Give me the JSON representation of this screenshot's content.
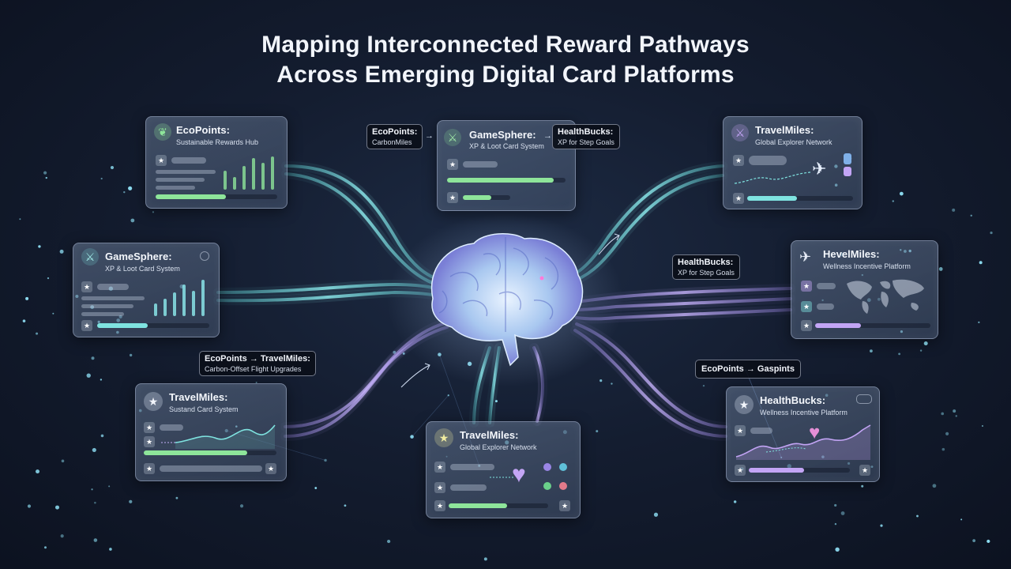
{
  "title": {
    "line1": "Mapping Interconnected Reward Pathways",
    "line2": "Across Emerging Digital Card Platforms"
  },
  "cards": {
    "ecopoints": {
      "title": "EcoPoints:",
      "subtitle": "Sustainable Rewards Hub",
      "icon": "leaf-icon",
      "progress": 0.58
    },
    "gamesphere_top": {
      "title": "GameSphere:",
      "subtitle": "XP & Loot Card System",
      "icon": "sword-icon",
      "progress": 0.9
    },
    "travelmiles_top": {
      "title": "TravelMiles:",
      "subtitle": "Global Explorer Network",
      "icon": "sword-icon",
      "progress": 0.47
    },
    "gamesphere_left": {
      "title": "GameSphere:",
      "subtitle": "XP & Loot Card System",
      "icon": "sword-icon",
      "progress": 0.45
    },
    "hevelmiles": {
      "title": "HevelMiles:",
      "subtitle": "Wellness Incentive Platform",
      "icon": "plane-icon",
      "progress": 0.4
    },
    "travelmiles_left": {
      "title": "TravelMiles:",
      "subtitle": "Sustand Card System",
      "icon": "star-icon",
      "progress": 0.78
    },
    "travelmiles_bottom": {
      "title": "TravelMiles:",
      "subtitle": "Global Explorer Network",
      "icon": "star-icon",
      "progress": 0.59
    },
    "healthbucks": {
      "title": "HealthBucks:",
      "subtitle": "Wellness Incentive Platform",
      "icon": "star-icon",
      "progress": 0.55
    }
  },
  "tags": {
    "eco_carbon": {
      "line1": "EcoPoints:",
      "line2": "CarbonMiles"
    },
    "health_top": {
      "line1": "HealthBucks:",
      "line2": "XP for Step Goals"
    },
    "health_mid": {
      "line1": "HealthBucks:",
      "line2": "XP for Step Goals"
    },
    "eco_travel": {
      "line1": "EcoPoints → TravelMiles:",
      "line2": "Carbon-Offset Flight Upgrades"
    },
    "eco_gaspints": {
      "line1": "EcoPoints → Gaspints"
    }
  },
  "colors": {
    "background": "#141d30",
    "teal_pathway": "#7fe3e0",
    "violet_pathway": "#b49cf0",
    "green_fill": "#8ee59a",
    "teal_fill": "#7fe3e0",
    "violet_fill": "#c3a5f5",
    "node": "#8fe0f5"
  }
}
